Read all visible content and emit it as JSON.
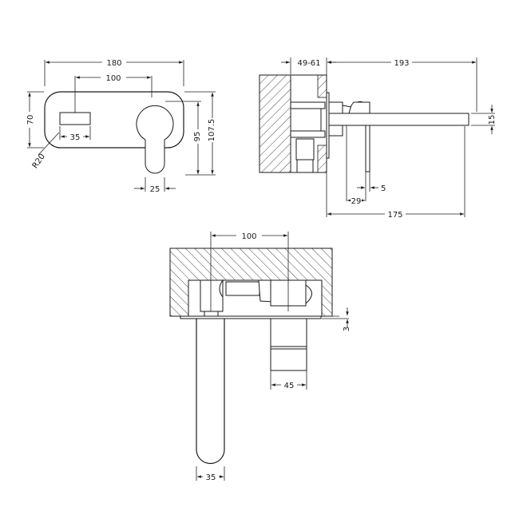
{
  "drawing": {
    "units": "mm",
    "front_view": {
      "dimensions": {
        "plate_width": "180",
        "centre_distance": "100",
        "plate_height": "70",
        "lever_top_height": "95",
        "overall_height": "107.5",
        "outlet_width": "35",
        "lever_width": "25",
        "corner_radius": "R20"
      }
    },
    "side_view": {
      "dimensions": {
        "wall_depth": "49-61",
        "spout_reach": "193",
        "spout_thickness": "15",
        "lever_thickness": "5",
        "lever_offset": "29",
        "spout_projection": "175"
      }
    },
    "top_view": {
      "dimensions": {
        "centre_distance": "100",
        "plate_thickness": "3",
        "body_width": "45",
        "spout_width": "35"
      }
    }
  }
}
